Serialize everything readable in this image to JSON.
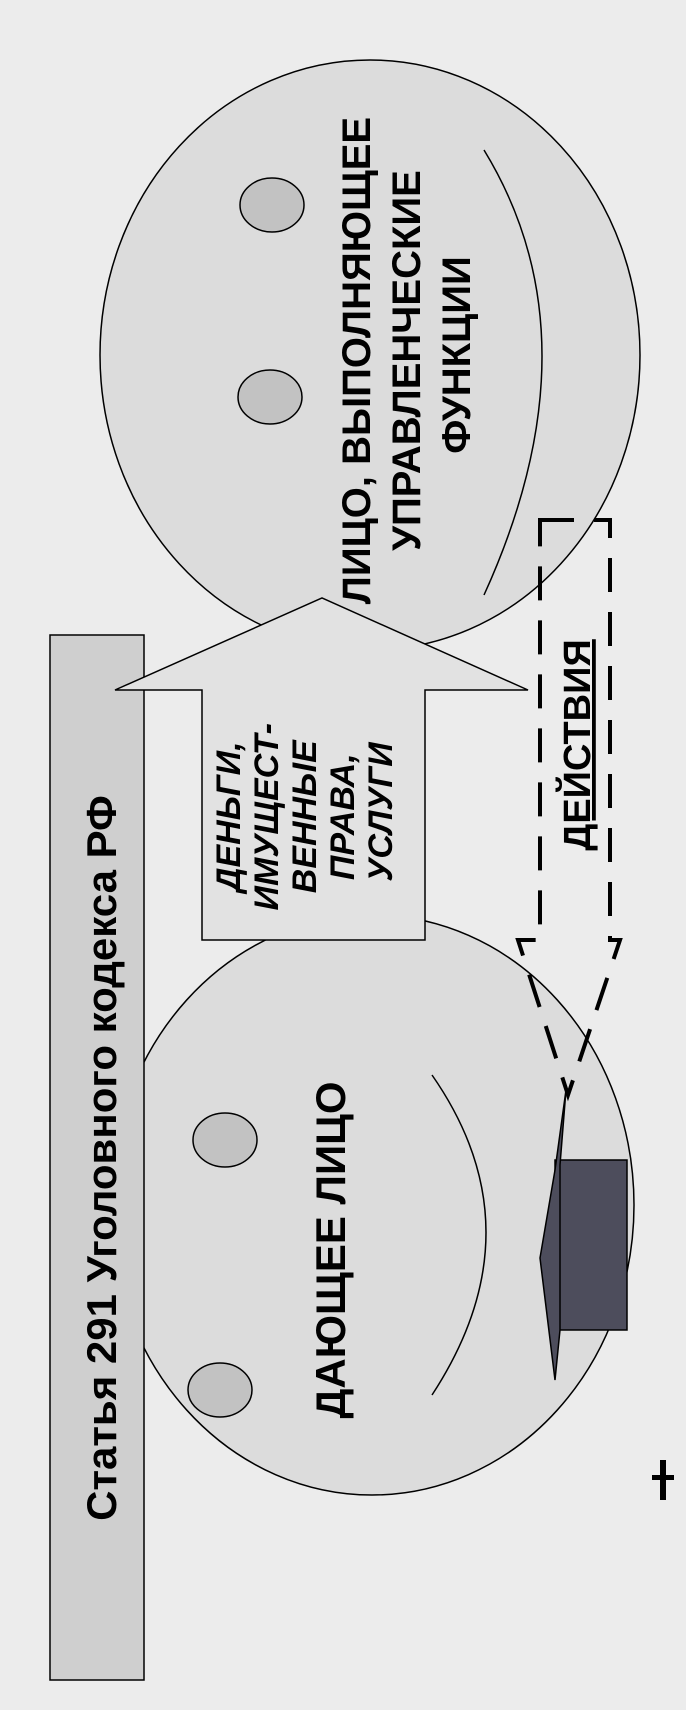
{
  "article_label": "Статья 291 Уголовного кодекса РФ",
  "giver": {
    "label": "ДАЮЩЕЕ ЛИЦО"
  },
  "receiver": {
    "lines": [
      "ЛИЦО, ВЫПОЛНЯЮЩЕЕ",
      "УПРАВЛЕНЧЕСКИЕ",
      "ФУНКЦИИ"
    ]
  },
  "transfer_arrow": {
    "lines": [
      "ДЕНЬГИ,",
      "ИМУЩЕСТ-",
      "ВЕННЫЕ",
      "ПРАВА,",
      "УСЛУГИ"
    ]
  },
  "return_arrow": {
    "label": "ДЕЙСТВИЯ"
  },
  "colors": {
    "background": "#ececec",
    "face": "#dcdcdc",
    "eye": "#c2c2c2",
    "arrow": "#e2e2e2",
    "label_box": "#cfcfcf",
    "hat": "#4d4d5c",
    "stroke": "#000000"
  }
}
